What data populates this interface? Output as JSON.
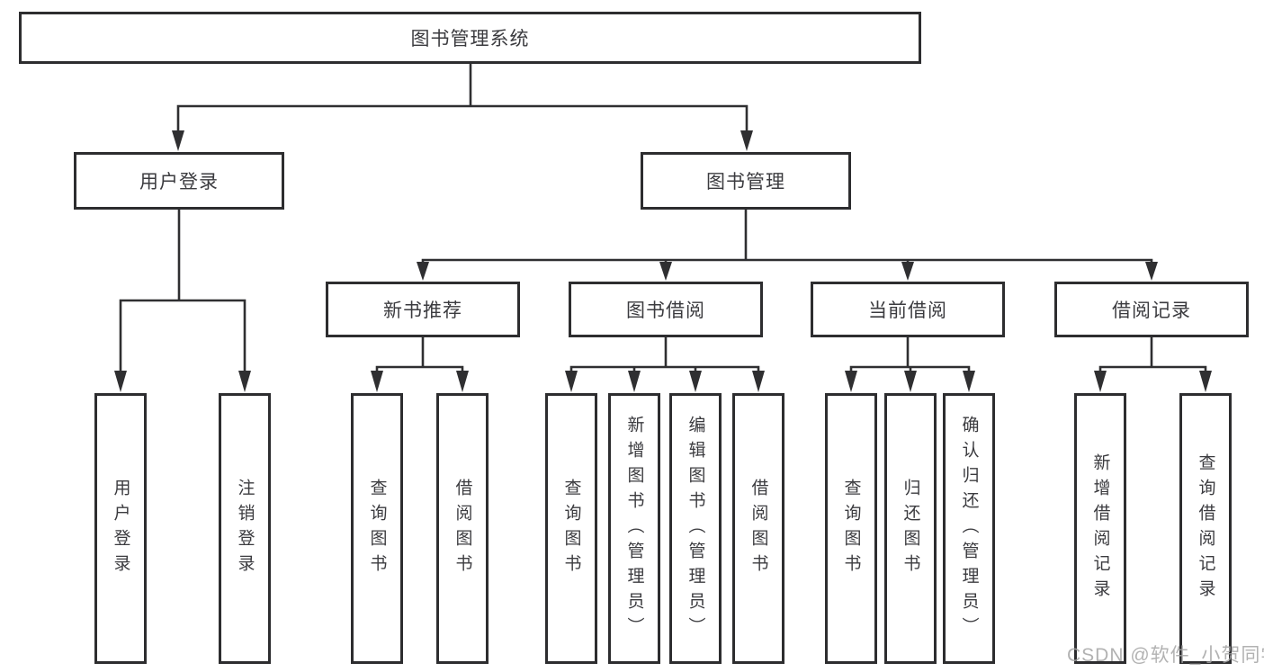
{
  "diagram": {
    "root": {
      "label": "图书管理系统"
    },
    "branches": [
      {
        "label": "用户登录",
        "children": [
          {
            "label": "用户登录"
          },
          {
            "label": "注销登录"
          }
        ]
      },
      {
        "label": "图书管理",
        "children": [
          {
            "label": "新书推荐",
            "children": [
              {
                "label": "查询图书"
              },
              {
                "label": "借阅图书"
              }
            ]
          },
          {
            "label": "图书借阅",
            "children": [
              {
                "label": "查询图书"
              },
              {
                "label": "新增图书（管理员）"
              },
              {
                "label": "编辑图书（管理员）"
              },
              {
                "label": "借阅图书"
              }
            ]
          },
          {
            "label": "当前借阅",
            "children": [
              {
                "label": "查询图书"
              },
              {
                "label": "归还图书"
              },
              {
                "label": "确认归还（管理员）"
              }
            ]
          },
          {
            "label": "借阅记录",
            "children": [
              {
                "label": "新增借阅记录"
              },
              {
                "label": "查询借阅记录"
              }
            ]
          }
        ]
      }
    ]
  },
  "watermark": {
    "text": "CSDN @软件_小贺同学"
  },
  "colors": {
    "line": "#2f2f31",
    "border": "#2d2d2f",
    "text": "#3b3b3f",
    "watermark": "#a4a4a4",
    "background": "#ffffff"
  }
}
